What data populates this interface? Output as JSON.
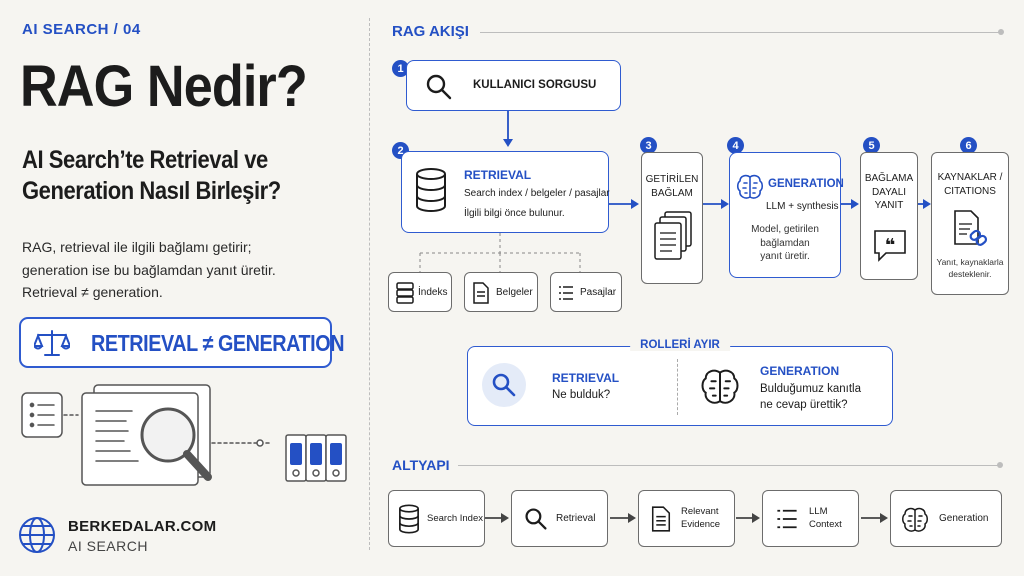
{
  "left": {
    "kicker": "AI SEARCH / 04",
    "title": "RAG Nedir?",
    "subtitle_line1": "AI Search’te Retrieval ve",
    "subtitle_line2": "Generation Nasıl Birleşir?",
    "desc_line1": "RAG, retrieval ile ilgili bağlamı getirir;",
    "desc_line2": "generation ise bu bağlamdan yanıt üretir.",
    "desc_line3": "Retrieval ≠ generation.",
    "badge_text": "RETRIEVAL ≠ GENERATION",
    "footer_site": "BERKEDALAR.COM",
    "footer_sub": "AI SEARCH"
  },
  "flow": {
    "heading": "RAG AKIŞI",
    "step1": {
      "num": "1",
      "label": "KULLANICI SORGUSU"
    },
    "step2": {
      "num": "2",
      "title": "RETRIEVAL",
      "line1": "Search index / belgeler / pasajlar",
      "line2": "İlgili bilgi önce bulunur."
    },
    "sources": [
      "İndeks",
      "Belgeler",
      "Pasajlar"
    ],
    "step3": {
      "num": "3",
      "line1": "GETİRİLEN",
      "line2": "BAĞLAM"
    },
    "step4": {
      "num": "4",
      "title": "GENERATION",
      "sub": "LLM + synthesis",
      "line1": "Model, getirilen",
      "line2": "bağlamdan",
      "line3": "yanıt üretir."
    },
    "step5": {
      "num": "5",
      "line1": "BAĞLAMA",
      "line2": "DAYALI",
      "line3": "YANIT"
    },
    "step6": {
      "num": "6",
      "line1": "KAYNAKLAR /",
      "line2": "CITATIONS",
      "line3": "Yanıt, kaynaklarla",
      "line4": "desteklenir."
    }
  },
  "roles": {
    "heading": "ROLLERİ AYIR",
    "retrieval": {
      "title": "RETRIEVAL",
      "text": "Ne bulduk?"
    },
    "generation": {
      "title": "GENERATION",
      "line1": "Bulduğumuz kanıtla",
      "line2": "ne cevap ürettik?"
    }
  },
  "infra": {
    "heading": "ALTYAPI",
    "items": [
      {
        "line1": "Search Index",
        "line2": "",
        "icon": "database-icon"
      },
      {
        "line1": "Retrieval",
        "line2": "",
        "icon": "search-icon"
      },
      {
        "line1": "Relevant",
        "line2": "Evidence",
        "icon": "document-icon"
      },
      {
        "line1": "LLM",
        "line2": "Context",
        "icon": "list-icon"
      },
      {
        "line1": "Generation",
        "line2": "",
        "icon": "brain-icon"
      }
    ]
  },
  "colors": {
    "accent": "#2450c4",
    "background": "#f6f5f1",
    "text": "#1c1c1c"
  }
}
